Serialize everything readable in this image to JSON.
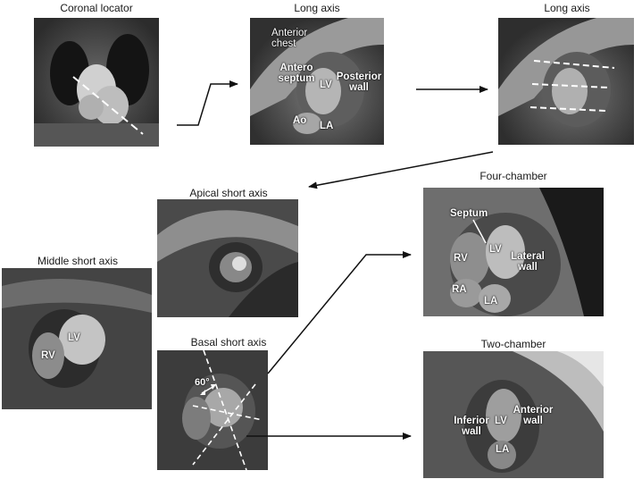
{
  "panels": {
    "coronal": {
      "title": "Coronal locator"
    },
    "long1": {
      "title": "Long axis",
      "anterior_chest": "Anterior chest",
      "antero_septum": "Antero septum",
      "lv": "LV",
      "posterior_wall": "Posterior wall",
      "ao": "Ao",
      "la": "LA"
    },
    "long2": {
      "title": "Long axis"
    },
    "apical": {
      "title": "Apical short axis"
    },
    "middle": {
      "title": "Middle short axis",
      "lv": "LV",
      "rv": "RV"
    },
    "basal": {
      "title": "Basal short axis",
      "angle": "60°"
    },
    "four": {
      "title": "Four-chamber",
      "septum": "Septum",
      "rv": "RV",
      "lv": "LV",
      "lateral_wall": "Lateral wall",
      "ra": "RA",
      "la": "LA"
    },
    "two": {
      "title": "Two-chamber",
      "inferior_wall": "Inferior wall",
      "lv": "LV",
      "anterior_wall": "Anterior wall",
      "la": "LA"
    }
  }
}
